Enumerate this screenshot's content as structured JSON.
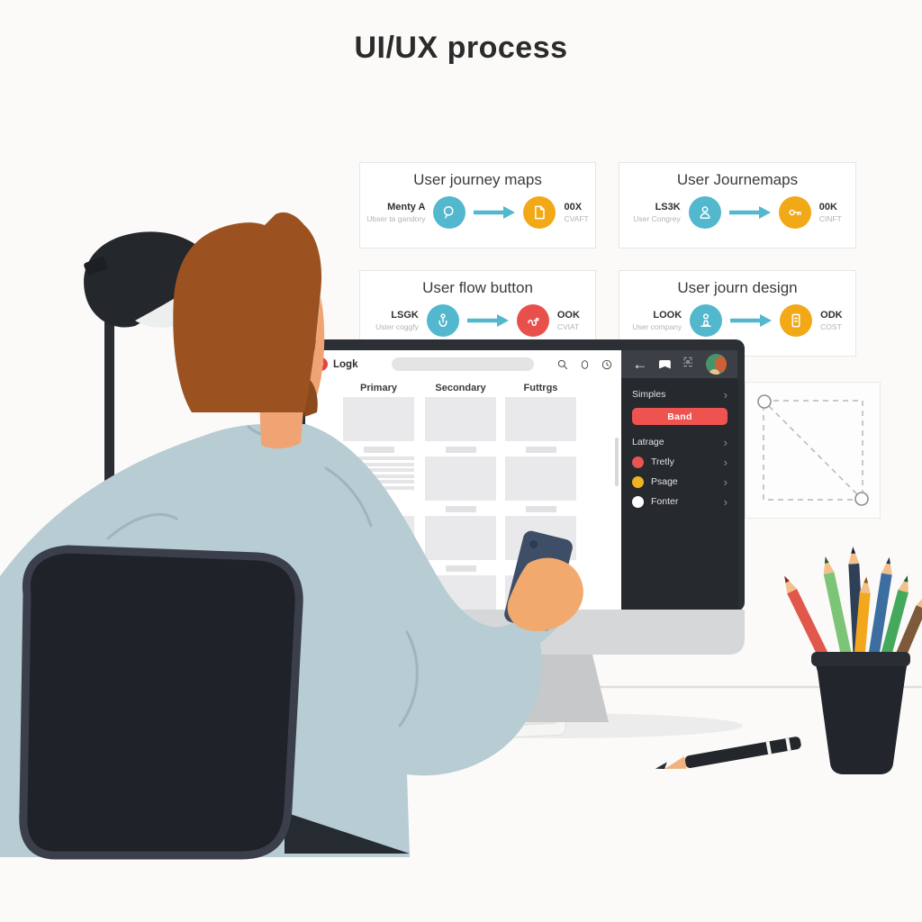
{
  "title": "UI/UX process",
  "cards": [
    {
      "title": "User journey maps",
      "left": {
        "label": "Menty A",
        "sub": "Ubser ta gandory"
      },
      "right": {
        "label": "00X",
        "sub": "CVAFT"
      }
    },
    {
      "title": "User Journemaps",
      "left": {
        "label": "LS3K",
        "sub": "User Congrey"
      },
      "right": {
        "label": "00K",
        "sub": "CINFT"
      }
    },
    {
      "title": "User flow button",
      "left": {
        "label": "LSGK",
        "sub": "Uster coggfy"
      },
      "right": {
        "label": "OOK",
        "sub": "CVIAT"
      }
    },
    {
      "title": "User journ design",
      "left": {
        "label": "LOOK",
        "sub": "User company"
      },
      "right": {
        "label": "ODK",
        "sub": "COST"
      }
    }
  ],
  "monitor": {
    "logo_text": "Logk",
    "columns": [
      "Primary",
      "Secondary",
      "Futtrgs"
    ],
    "sidebar": {
      "section1": "Simples",
      "button_label": "Band",
      "section2": "Latrage",
      "layers": [
        {
          "label": "Tretly",
          "color": "#e85552"
        },
        {
          "label": "Psage",
          "color": "#eeb321"
        },
        {
          "label": "Fonter",
          "color": "#ffffff"
        }
      ]
    }
  },
  "colors": {
    "step_teal": "#53b7ce",
    "step_orange": "#f2a918",
    "step_red": "#e8504c",
    "brand_button": "#ef5350",
    "logo_red": "#e8433f"
  }
}
